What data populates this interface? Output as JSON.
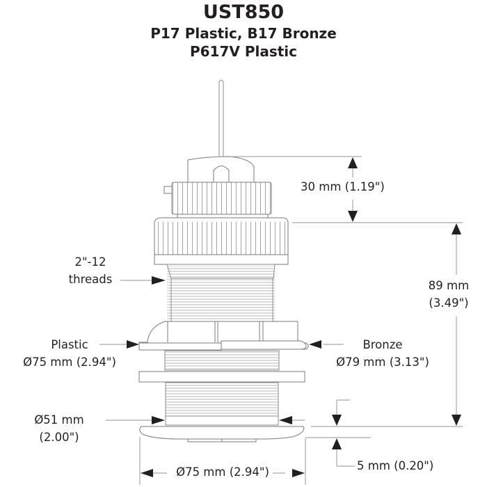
{
  "title": {
    "model": "UST850",
    "variants_line1": "P17 Plastic, B17 Bronze",
    "variants_line2": "P617V Plastic"
  },
  "dimensions": {
    "top_height": {
      "value": "30 mm (1.19\")"
    },
    "total_height": {
      "line1": "89 mm",
      "line2": "(3.49\")"
    },
    "threads": {
      "line1": "2\"-12",
      "line2": "threads"
    },
    "plastic_nut": {
      "line1": "Plastic",
      "line2": "Ø75 mm (2.94\")"
    },
    "bronze_nut": {
      "line1": "Bronze",
      "line2": "Ø79 mm (3.13\")"
    },
    "shaft_diameter": {
      "line1": "Ø51 mm",
      "line2": "(2.00\")"
    },
    "flange_diameter": {
      "value": "Ø75 mm (2.94\")"
    },
    "flange_height": {
      "value": "5 mm (0.20\")"
    }
  },
  "colors": {
    "text": "#231f20",
    "outline": "#7a7a7a",
    "dimension_line": "#a8a8a8",
    "arrow": "#231f20"
  }
}
